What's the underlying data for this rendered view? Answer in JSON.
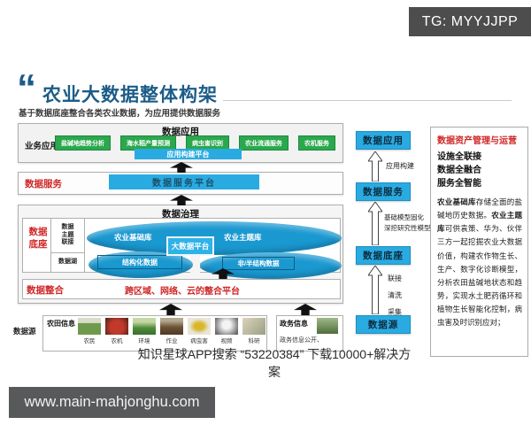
{
  "colors": {
    "accent_blue": "#29abe2",
    "cylinder_blue": "#1a98d0",
    "green": "#2aa84d",
    "red": "#cf2626",
    "navy": "#1b5c88",
    "badge_gray": "#4d4d4d"
  },
  "overlays": {
    "top_right_tag": "TG: MYYJJPP",
    "bottom_left_url": "www.main-mahjonghu.com",
    "watermark": "知识星球APP搜索 “53220384” 下载10000+解决方案"
  },
  "header": {
    "quote_icon": "“",
    "title": "农业大数据整体构架",
    "subtitle": "基于数据底座整合各类农业数据，为应用提供数据服务"
  },
  "app_section": {
    "header": "数据应用",
    "side_label": "业务应用",
    "apps": [
      "盐碱地趋势分析",
      "海水稻产量预测",
      "病虫害识别",
      "农业流通服务",
      "农机服务"
    ],
    "platform": "应用构建平台"
  },
  "service_section": {
    "side_label": "数据服务",
    "platform": "数据服务平台"
  },
  "governance": {
    "header": "数据治理",
    "side_label": "数据\n底座",
    "theme_cell": "数据\n主题\n联接",
    "lake_cell": "数据湖",
    "base_db": "农业基础库",
    "theme_db": "农业主题库",
    "bigdata_platform": "大数据平台",
    "structured": "结构化数据",
    "unstructured": "非/半结构数据"
  },
  "integration": {
    "side_label": "数据整合",
    "platform": "跨区域、网络、云的整合平台"
  },
  "source": {
    "side_label": "数据源",
    "farm_label": "农田信息",
    "farm_items": [
      "农民",
      "农机",
      "环境",
      "作业",
      "病虫害",
      "视频",
      "科研"
    ],
    "gov_label": "政务信息",
    "gov_text": "政务信息公开、"
  },
  "flow": {
    "boxes": [
      "数据应用",
      "数据服务",
      "数据底座",
      "数据源"
    ],
    "arrow1_labels": [
      "应用构建"
    ],
    "arrow2_labels": [
      "基础模型固化",
      "深挖研究性模型"
    ],
    "arrow3_labels": [
      "联接",
      "清洗",
      "采集"
    ]
  },
  "right_panel": {
    "title": "数据资产管理与运营",
    "highlights": [
      "设施全联接",
      "数据全融合",
      "服务全智能"
    ],
    "p1_bold": "农业基础库",
    "p1_text": "存储全面的盐碱地历史数据。",
    "p2_bold": "农业主题库",
    "p2_text": "可供袁策、华为、伙伴三方一起挖掘农业大数据价值，构建农作物生长、生产、数字化诊断模型，分析农田盐碱地状态和趋势，实现水土肥药循环和植物生长智能化控制，病虫害及时识别应对；"
  }
}
